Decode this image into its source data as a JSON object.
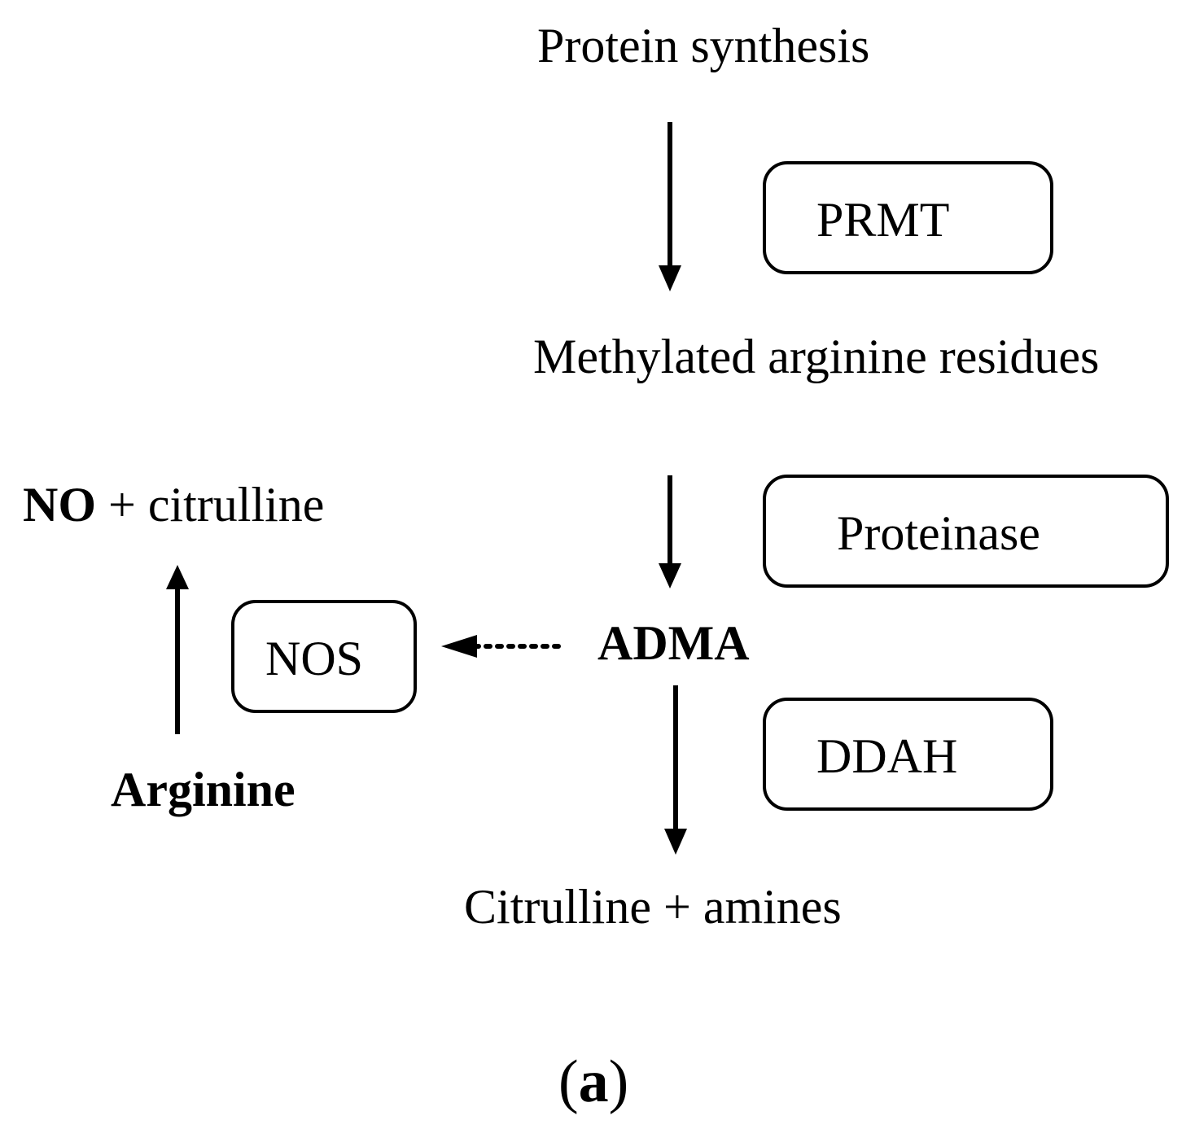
{
  "nodes": {
    "protein_synthesis": "Protein synthesis",
    "methylated_residues": "Methylated arginine residues",
    "adma": "ADMA",
    "citrulline_amines": "Citrulline + amines",
    "no_bold": "NO",
    "no_rest": " + citrulline",
    "arginine": "Arginine"
  },
  "enzymes": {
    "prmt": "PRMT",
    "proteinase": "Proteinase",
    "ddah": "DDAH",
    "nos": "NOS"
  },
  "caption": {
    "open": "(",
    "letter": "a",
    "close": ")"
  },
  "colors": {
    "ink": "#000000",
    "background": "#ffffff"
  }
}
